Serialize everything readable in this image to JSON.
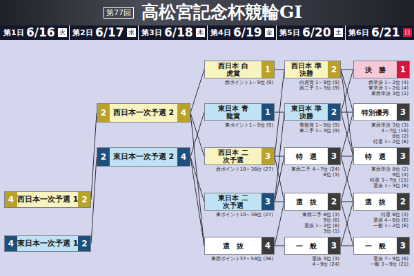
{
  "diagram": {
    "title": "高松宮記念杯競輪GI",
    "nodes": [
      {
        "text": [
          "4",
          "西日本一次予選 1",
          "2"
        ]
      },
      {
        "text": [
          "4",
          "東日本一次予選 1",
          "2"
        ]
      },
      {
        "text": [
          "2",
          "西日本一次予選 2",
          "4"
        ]
      },
      {
        "text": [
          "2",
          "東日本一次予選 2",
          "4"
        ]
      },
      {
        "text": [
          "西日本 白虎賞",
          "1",
          "西ポイント1～9位 (9)"
        ]
      },
      {
        "text": [
          "東日本 青龍賞",
          "1",
          "東ポイント1～9位 (9)"
        ]
      },
      {
        "text": [
          "西日本 二次予選",
          "3",
          "西ポイント10～36位 (27)"
        ]
      },
      {
        "text": [
          "東日本 二次予選",
          "3",
          "東ポイント10～36位 (27)"
        ]
      },
      {
        "text": [
          "選　抜",
          "4",
          "東西ポイント37～54位 (36)"
        ]
      },
      {
        "text": [
          "西日本 準決勝",
          "2",
          "白虎賞 1～9位 (9)",
          "西二予 1～3位 (9)"
        ]
      },
      {
        "text": [
          "東日本 準決勝",
          "2",
          "青龍賞 1～9位 (9)",
          "東二予 1～3位 (9)"
        ]
      },
      {
        "text": [
          "特　選",
          "3",
          "東西二予 4～7位 (24)",
          "8位 (3)"
        ]
      },
      {
        "text": [
          "選　抜",
          "2",
          "東西二予 8位 (3)",
          "9位 (6)",
          "選抜 1～2位 (8)",
          "3位 (1)"
        ]
      },
      {
        "text": [
          "一　般",
          "3",
          "選抜 3位 (3)",
          "4～9位 (24)"
        ]
      },
      {
        "text": [
          "決　勝",
          "1",
          "西準決 1～2位 (4)",
          "東準決 1～2位 (4)",
          "東西準決 3位 (1)"
        ]
      },
      {
        "text": [
          "特別優秀",
          "3",
          "東西準決 3位 (3)",
          "4～7位 (16)",
          "8位 (2)",
          "特選 1～2位 (6)"
        ]
      },
      {
        "text": [
          "特　選",
          "3",
          "東西準決 8位 (2)",
          "9位 (4)",
          "特選 3～7位 (15)",
          "選抜 1～3位 (6)"
        ]
      },
      {
        "text": [
          "選　抜",
          "2",
          "特選 8位 (3)",
          "選抜 4～6位 (6)",
          "一般 1～2位 (6)"
        ]
      },
      {
        "text": [
          "一　般",
          "3",
          "選抜 7～9位 (6)",
          "一般 3～9位 (21)"
        ]
      }
    ],
    "edges": [
      {
        "from": 0,
        "to": 2,
        "arrow": "none"
      },
      {
        "from": 1,
        "to": 3,
        "arrow": "none"
      },
      {
        "from": 2,
        "to": 4,
        "arrow": "none"
      },
      {
        "from": 2,
        "to": 6,
        "arrow": "none"
      },
      {
        "from": 2,
        "to": 8,
        "arrow": "none"
      },
      {
        "from": 3,
        "to": 5,
        "arrow": "none"
      },
      {
        "from": 3,
        "to": 7,
        "arrow": "none"
      },
      {
        "from": 3,
        "to": 8,
        "arrow": "none"
      },
      {
        "from": 4,
        "to": 9,
        "arrow": "none"
      },
      {
        "from": 5,
        "to": 10,
        "arrow": "none"
      },
      {
        "from": 6,
        "to": 9,
        "arrow": "none"
      },
      {
        "from": 6,
        "to": 11,
        "arrow": "none"
      },
      {
        "from": 6,
        "to": 12,
        "arrow": "none"
      },
      {
        "from": 7,
        "to": 10,
        "arrow": "none"
      },
      {
        "from": 7,
        "to": 11,
        "arrow": "none"
      },
      {
        "from": 7,
        "to": 12,
        "arrow": "none"
      },
      {
        "from": 8,
        "to": 12,
        "arrow": "none"
      },
      {
        "from": 8,
        "to": 13,
        "arrow": "none"
      },
      {
        "from": 9,
        "to": 14,
        "arrow": "none"
      },
      {
        "from": 9,
        "to": 15,
        "arrow": "none"
      },
      {
        "from": 9,
        "to": 16,
        "arrow": "none"
      },
      {
        "from": 10,
        "to": 14,
        "arrow": "none"
      },
      {
        "from": 10,
        "to": 15,
        "arrow": "none"
      },
      {
        "from": 10,
        "to": 16,
        "arrow": "none"
      },
      {
        "from": 11,
        "to": 15,
        "arrow": "none"
      },
      {
        "from": 11,
        "to": 16,
        "arrow": "none"
      },
      {
        "from": 11,
        "to": 17,
        "arrow": "none"
      },
      {
        "from": 12,
        "to": 16,
        "arrow": "none"
      },
      {
        "from": 12,
        "to": 17,
        "arrow": "none"
      },
      {
        "from": 12,
        "to": 18,
        "arrow": "none"
      },
      {
        "from": 13,
        "to": 17,
        "arrow": "none"
      },
      {
        "from": 13,
        "to": 18,
        "arrow": "none"
      }
    ],
    "labels": [
      "第77回",
      "第1日",
      "6/16",
      "火",
      "第2日",
      "6/17",
      "水",
      "第3日",
      "6/18",
      "木",
      "第4日",
      "6/19",
      "金",
      "第5日",
      "6/20",
      "土",
      "第6日",
      "6/21",
      "日"
    ]
  }
}
